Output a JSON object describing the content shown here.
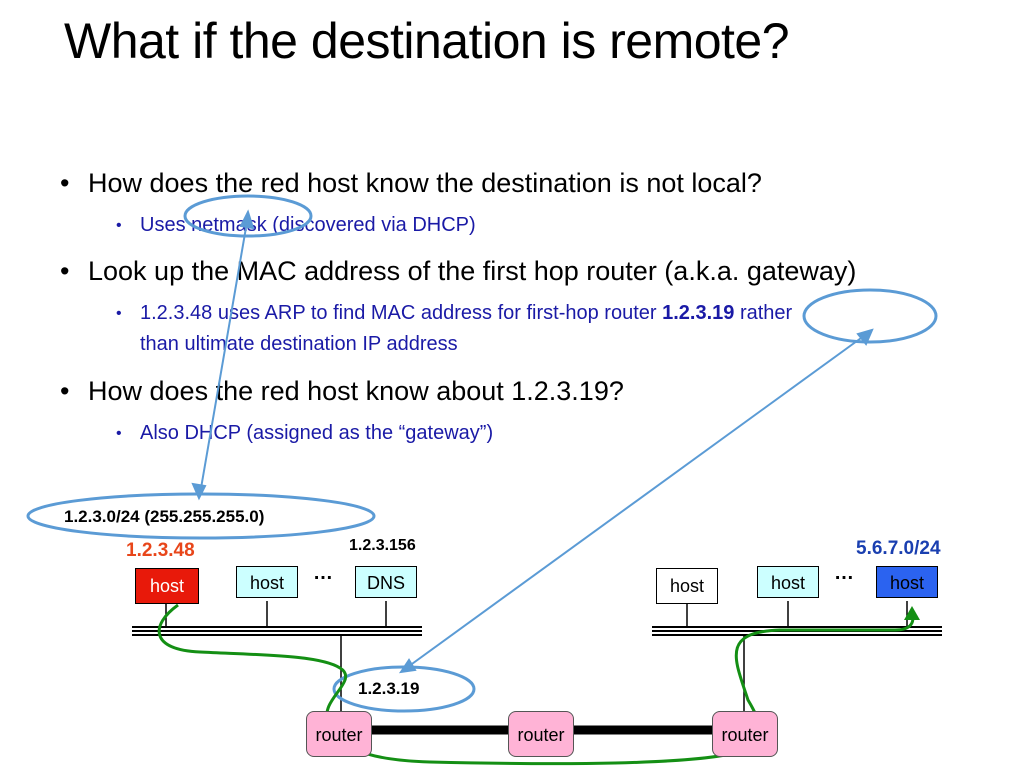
{
  "slide": {
    "title": "What if the destination is remote?",
    "bullets": [
      {
        "text": "How does the red host know the destination is not local?",
        "sub": [
          "Uses netmask (discovered via DHCP)"
        ]
      },
      {
        "text": "Look up the MAC address of the first hop router (a.k.a. gateway)",
        "sub_parts": {
          "pre": "1.2.3.48 uses ARP to find MAC address for first-hop router ",
          "bold": "1.2.3.19",
          "post": " rather",
          "line2": "than ultimate destination IP address"
        }
      },
      {
        "text": "How does the red host know about 1.2.3.19?",
        "sub": [
          "Also DHCP (assigned as the “gateway”)"
        ]
      }
    ]
  },
  "diagram": {
    "left_subnet": "1.2.3.0/24 (255.255.255.0)",
    "red_host_ip": "1.2.3.48",
    "dns_ip": "1.2.3.156",
    "right_subnet": "5.6.7.0/24",
    "gateway_ip": "1.2.3.19",
    "ellipsis": "…",
    "host_label": "host",
    "dns_label": "DNS",
    "router_label": "router",
    "colors": {
      "red_host": "#e8190a",
      "blue_host": "#2b63f0",
      "plain_host": "#ccffff",
      "router": "#ffb3d6",
      "subnet_red": "#e8461a",
      "subnet_blue": "#1a3fb0",
      "arrow": "#5b9bd5",
      "path": "#148f14"
    }
  }
}
